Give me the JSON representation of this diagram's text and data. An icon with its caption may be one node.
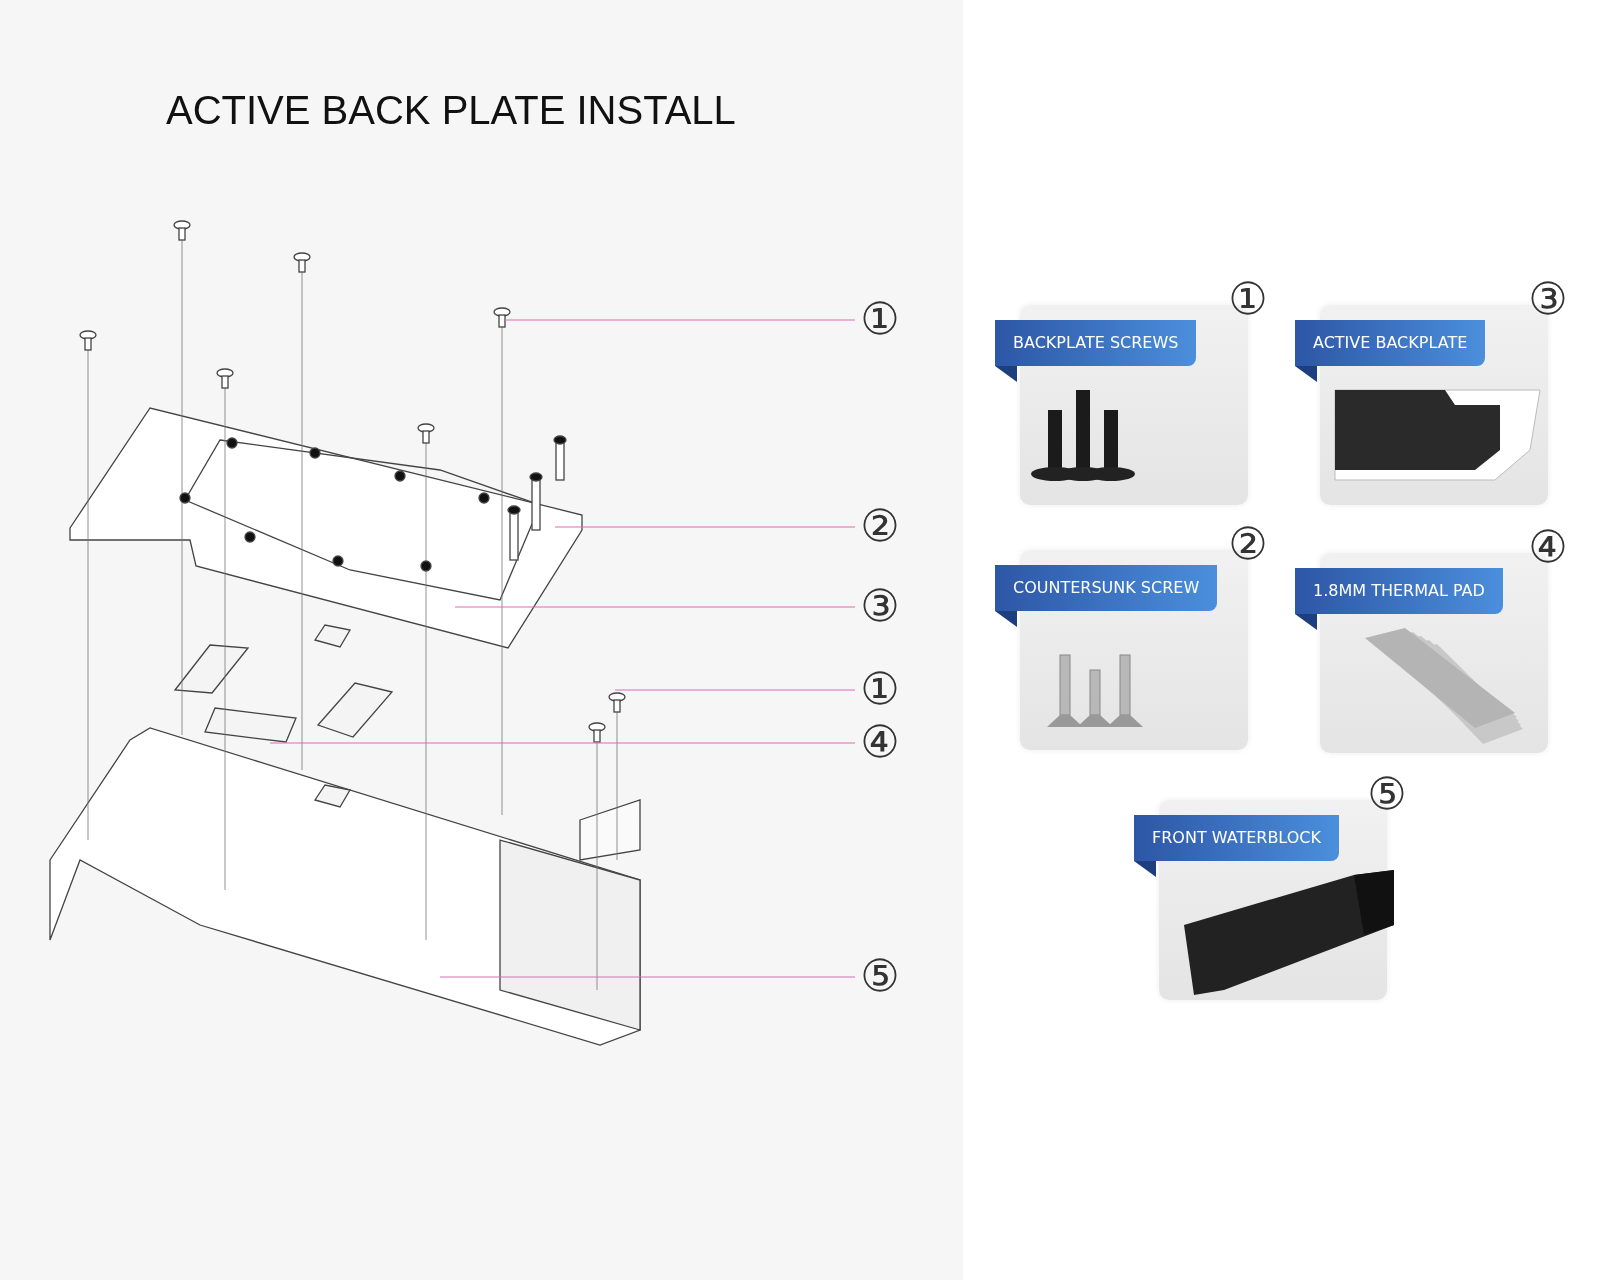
{
  "diagram": {
    "title": "ACTIVE BACK PLATE INSTALL",
    "nodes": [
      {
        "text": [
          "①"
        ]
      },
      {
        "text": [
          "②"
        ]
      },
      {
        "text": [
          "③"
        ]
      },
      {
        "text": [
          "①"
        ]
      },
      {
        "text": [
          "④"
        ]
      },
      {
        "text": [
          "⑤"
        ]
      },
      {
        "text": [
          "BACKPLATE SCREWS"
        ],
        "beside": [
          "①"
        ]
      },
      {
        "text": [
          "ACTIVE BACKPLATE"
        ],
        "beside": [
          "③"
        ]
      },
      {
        "text": [
          "COUNTERSUNK SCREW"
        ],
        "beside": [
          "②"
        ]
      },
      {
        "text": [
          "1.8MM THERMAL PAD"
        ],
        "beside": [
          "④"
        ]
      },
      {
        "text": [
          "FRONT WATERBLOCK"
        ],
        "beside": [
          "⑤"
        ]
      }
    ],
    "edges": [
      {
        "from": 0,
        "to": null,
        "arrow": "none"
      },
      {
        "from": 1,
        "to": null,
        "arrow": "none"
      },
      {
        "from": 2,
        "to": null,
        "arrow": "none"
      },
      {
        "from": 3,
        "to": null,
        "arrow": "none"
      },
      {
        "from": 4,
        "to": null,
        "arrow": "none"
      },
      {
        "from": 5,
        "to": null,
        "arrow": "none"
      }
    ]
  }
}
